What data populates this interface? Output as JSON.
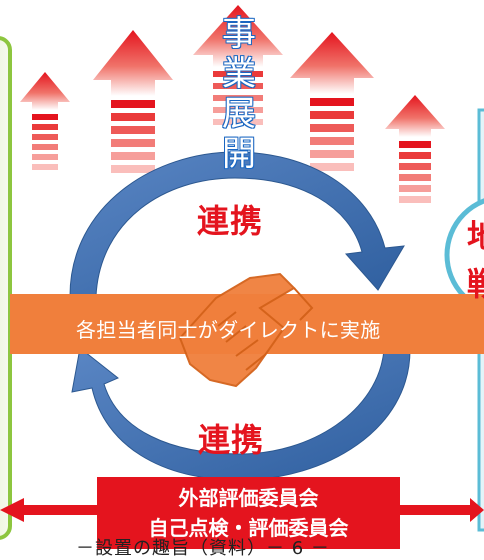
{
  "title": {
    "chars": [
      "事",
      "業",
      "展",
      "開"
    ]
  },
  "cycle": {
    "top_label": "連携",
    "bottom_label": "連携"
  },
  "band": {
    "text": "各担当者同士がダイレクトに実施"
  },
  "committee": {
    "line1": "外部評価委員会",
    "line2": "自己点検・評価委員会"
  },
  "right_panel": {
    "chars": [
      "地",
      "戦"
    ]
  },
  "footer": {
    "text": "－設置の趣旨（資料）－ 6 －"
  },
  "colors": {
    "red": "#e4141e",
    "orange": "#f07f3c",
    "blue": "#3c6fb0",
    "green": "#8dc63f",
    "cyan": "#5bbcd6"
  }
}
